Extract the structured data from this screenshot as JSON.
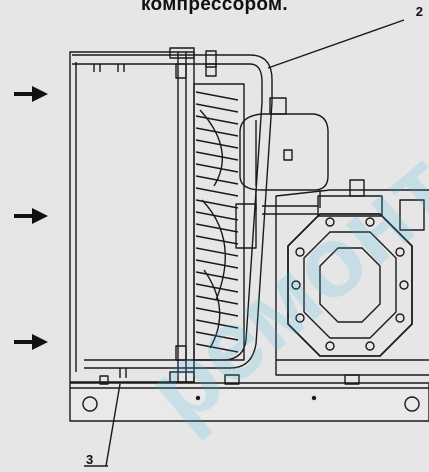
{
  "title": "компрессором.",
  "callouts": {
    "fan_guard": "2",
    "base_frame": "3"
  },
  "watermark": "ремонт.ua",
  "colors": {
    "background": "#e6e6e6",
    "line": "#1a1a1a",
    "watermark": "#39b7e8"
  },
  "icons": {
    "airflow": "arrow-right-icon"
  }
}
